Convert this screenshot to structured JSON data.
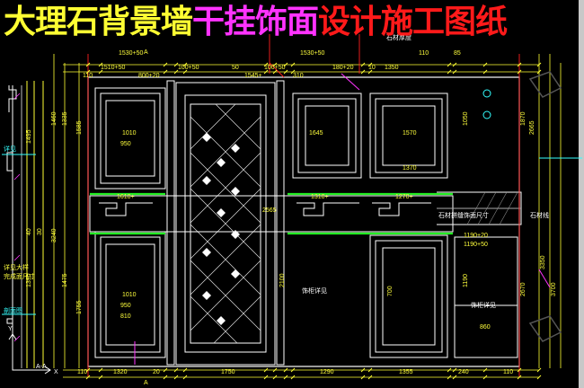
{
  "title": {
    "segments": [
      {
        "text": "大理石背景墙",
        "color": "#ffff33"
      },
      {
        "text": "干挂饰面",
        "color": "#ff33ff"
      },
      {
        "text": "设计施工图纸",
        "color": "#ff1a1a"
      }
    ]
  },
  "labels": {
    "section_mark": "A",
    "section_ref": "A-A",
    "axis_x": "X",
    "axis_y": "Y",
    "note_stone_thickness": "石材厚度",
    "note_cabinet": "饰柜详见",
    "note_cabinet2": "饰柜详见",
    "note_right": "石材拼缝饰面尺寸",
    "note_stone": "石材线",
    "left_note1": "详见",
    "left_note2": "剖面图",
    "left_note3": "详见大样",
    "left_note4": "完成面尺寸"
  },
  "dimensions_top": [
    "1530+50",
    "1510+50",
    "100+50",
    "1545+",
    "100+50",
    "1530+50",
    "180+20",
    "110",
    "85",
    "800+20",
    "110",
    "310",
    "50",
    "1350",
    "10"
  ],
  "dimensions_middle": [
    "1010",
    "950",
    "1610+",
    "1310+",
    "1570",
    "1370",
    "1645",
    "1270+",
    "2565",
    "1190+20",
    "1190+50"
  ],
  "dimensions_bottom": [
    "1010",
    "950",
    "810",
    "1750",
    "1290",
    "1355",
    "1320",
    "20",
    "860",
    "240",
    "110",
    "110"
  ],
  "dimensions_left": [
    "1460",
    "1335",
    "1585",
    "1495",
    "3240",
    "1475",
    "1390",
    "1755",
    "40",
    "30"
  ],
  "dimensions_right": [
    "3350",
    "3700",
    "2665",
    "1870",
    "1050",
    "2670",
    "1190",
    "2100",
    "700"
  ]
}
